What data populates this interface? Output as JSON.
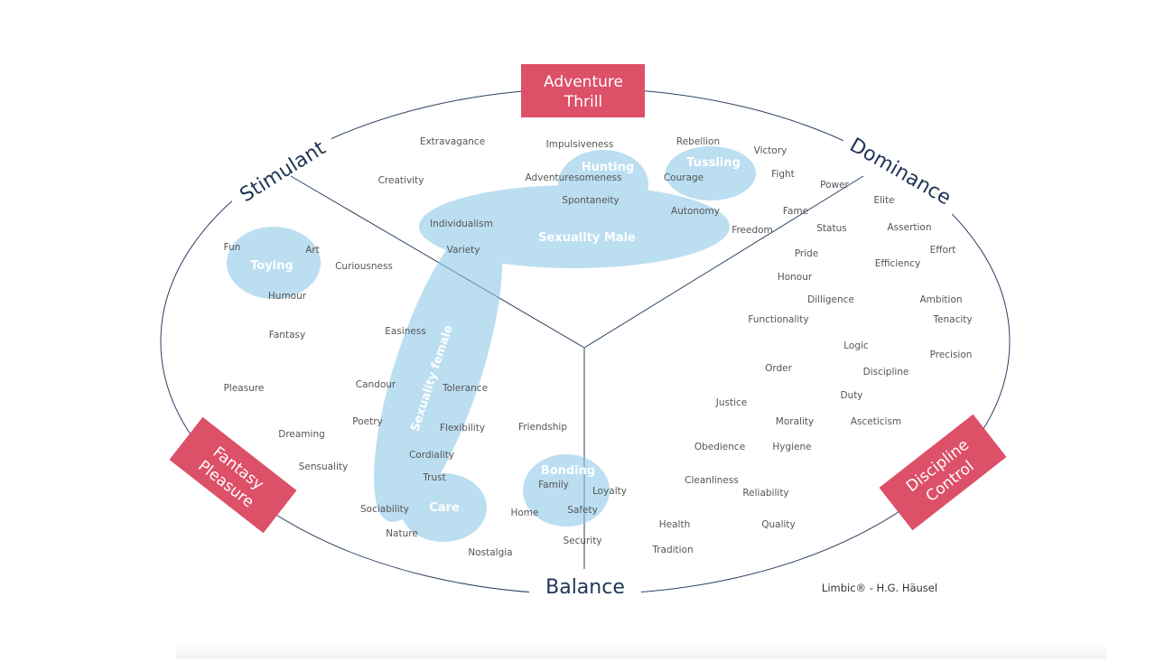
{
  "corners": {
    "top": [
      "Adventure",
      "Thrill"
    ],
    "left": [
      "Fantasy",
      "Pleasure"
    ],
    "right": [
      "Discipline",
      "Control"
    ]
  },
  "axes": {
    "stimulant": "Stimulant",
    "dominance": "Dominance",
    "balance": "Balance"
  },
  "bubbles": {
    "hunting": "Hunting",
    "tussling": "Tussling",
    "sexuality_male": "Sexuality Male",
    "toying": "Toying",
    "sexuality_female": "Sexuality female",
    "care": "Care",
    "bonding": "Bonding"
  },
  "words": [
    "Extravagance",
    "Impulsiveness",
    "Rebellion",
    "Victory",
    "Creativity",
    "Adventuresomeness",
    "Courage",
    "Fight",
    "Power",
    "Spontaneity",
    "Autonomy",
    "Elite",
    "Fame",
    "Individualism",
    "Status",
    "Assertion",
    "Freedom",
    "Variety",
    "Fun",
    "Art",
    "Pride",
    "Effort",
    "Efficiency",
    "Curiousness",
    "Honour",
    "Humour",
    "Dilligence",
    "Ambition",
    "Functionality",
    "Tenacity",
    "Fantasy",
    "Easiness",
    "Logic",
    "Precision",
    "Order",
    "Discipline",
    "Pleasure",
    "Candour",
    "Tolerance",
    "Duty",
    "Justice",
    "Poetry",
    "Morality",
    "Asceticism",
    "Dreaming",
    "Flexibility",
    "Friendship",
    "Cordiality",
    "Obedience",
    "Hygiene",
    "Sensuality",
    "Trust",
    "Family",
    "Loyalty",
    "Cleanliness",
    "Reliability",
    "Sociability",
    "Home",
    "Safety",
    "Nature",
    "Health",
    "Quality",
    "Security",
    "Nostalgia",
    "Tradition"
  ],
  "credit": "Limbic® - H.G. Häusel",
  "colors": {
    "red": "#dc5068",
    "bubble": "#8ec8e8",
    "navy": "#1f3556"
  }
}
